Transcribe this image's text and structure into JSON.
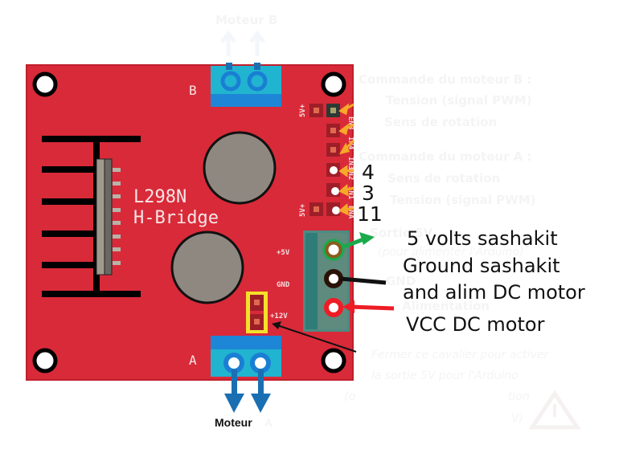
{
  "board": {
    "chip_name": "L298N",
    "chip_subtitle": "H-Bridge",
    "connector_b_label": "B",
    "connector_a_label": "A",
    "power_labels": [
      "+5V",
      "GND",
      "+12V"
    ],
    "pin_labels": [
      "ENB",
      "IN4",
      "IN3",
      "IN2",
      "IN1",
      "ENA"
    ],
    "regulator_labels": [
      "5V+",
      "5V+"
    ],
    "colors": {
      "pcb": "#d92a39",
      "terminal_blue": "#1e86d6",
      "terminal_cyan": "#21b4d0",
      "terminal_green": "#4d8a82",
      "jumper_highlight": "#f6e02a",
      "pin_arrow": "#f7a928",
      "arrow_5v": "#1aaa4c",
      "arrow_gnd": "#111111",
      "arrow_vcc": "#ee1c25",
      "motor_arrow": "#1a6fb3"
    }
  },
  "labels": {
    "motor_b": "Moteur B",
    "motor_a": "Moteur",
    "motor_a_suffix": "A"
  },
  "faded_notes": {
    "cmd_b_title": "Commande du moteur B :",
    "cmd_b_pwm": "Tension (signal PWM)",
    "cmd_b_dir": "Sens de rotation",
    "cmd_a_title": "Commande du moteur A :",
    "cmd_a_dir": "Sens de rotation",
    "cmd_a_pwm": "Tension (signal PWM)",
    "out_5v": "Sortie 5V",
    "out_5v_note": "(pour alimenter l'Arduino)",
    "gnd": "GND",
    "supply": "Alimentation",
    "jumper_note_1": "Fermer ce cavalier pour activer",
    "jumper_note_2": "la sortie 5V pour l'Arduino",
    "warn_1": "(o",
    "warn_2": "tion",
    "warn_3": "V)"
  },
  "annotations": {
    "pin_numbers": [
      "4",
      "3",
      "11"
    ],
    "five_volts": "5 volts sashakit",
    "ground_1": "Ground sashakit",
    "ground_2": "and alim DC motor",
    "vcc": "VCC DC motor"
  }
}
